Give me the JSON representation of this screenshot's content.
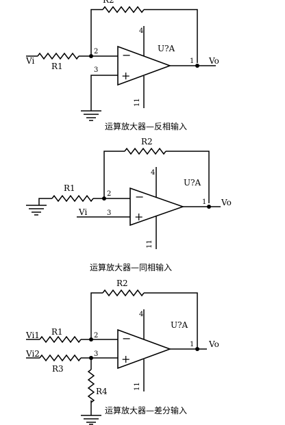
{
  "labels": {
    "vi": "Vi",
    "vo": "Vo",
    "vi1": "Vi1",
    "vi2": "Vi2",
    "r1": "R1",
    "r2": "R2",
    "r3": "R3",
    "r4": "R4",
    "amp": "U?A",
    "pin1": "1",
    "pin2": "2",
    "pin3": "3",
    "pin4": "4",
    "pin11": "11",
    "minus": "−",
    "plus": "+"
  },
  "circuits": [
    {
      "caption": "运算放大器—反相输入"
    },
    {
      "caption": "运算放大器—同相输入"
    },
    {
      "caption": "运算放大器—差分输入"
    }
  ]
}
